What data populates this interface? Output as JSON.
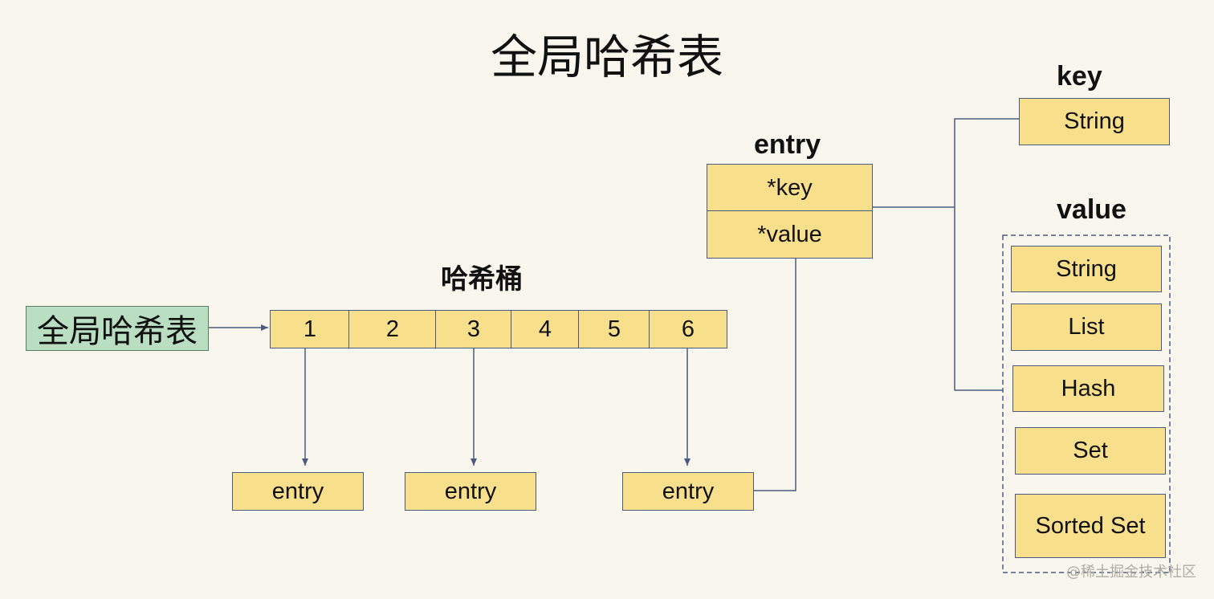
{
  "title": "全局哈希表",
  "global_table_label": "全局哈希表",
  "bucket_label": "哈希桶",
  "buckets": [
    "1",
    "2",
    "3",
    "4",
    "5",
    "6"
  ],
  "chain_entries": [
    "entry",
    "entry",
    "entry"
  ],
  "entry_struct": {
    "label": "entry",
    "fields": [
      "*key",
      "*value"
    ]
  },
  "key_section": {
    "label": "key",
    "types": [
      "String"
    ]
  },
  "value_section": {
    "label": "value",
    "types": [
      "String",
      "List",
      "Hash",
      "Set",
      "Sorted Set"
    ]
  },
  "watermark": "@稀土掘金技术社区",
  "colors": {
    "background": "#f9f6ee",
    "box_fill": "#f8df8c",
    "box_border": "#4a5a80",
    "global_fill": "#b9dec2",
    "connector": "#4a5a80"
  }
}
